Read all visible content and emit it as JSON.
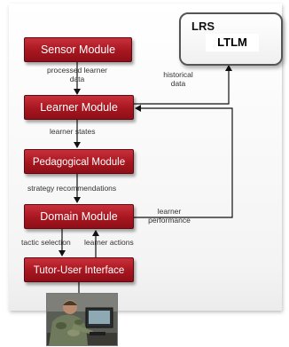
{
  "modules": {
    "sensor": "Sensor Module",
    "learner": "Learner Module",
    "pedagogical": "Pedagogical Module",
    "domain": "Domain Module",
    "tutor": "Tutor-User Interface"
  },
  "lrs": {
    "title": "LRS",
    "sub": "LTLM"
  },
  "labels": {
    "processed_line1": "processed learner",
    "processed_line2": "data",
    "learner_states": "learner states",
    "strategy": "strategy recommendations",
    "tactic": "tactic selection",
    "learner_actions": "learner actions",
    "historical_line1": "historical",
    "historical_line2": "data",
    "performance_line1": "learner",
    "performance_line2": "performance"
  },
  "colors": {
    "module_fill": "#a71620",
    "arrow": "#111111"
  },
  "icons": {
    "photo": "soldier-using-computer-photo"
  }
}
